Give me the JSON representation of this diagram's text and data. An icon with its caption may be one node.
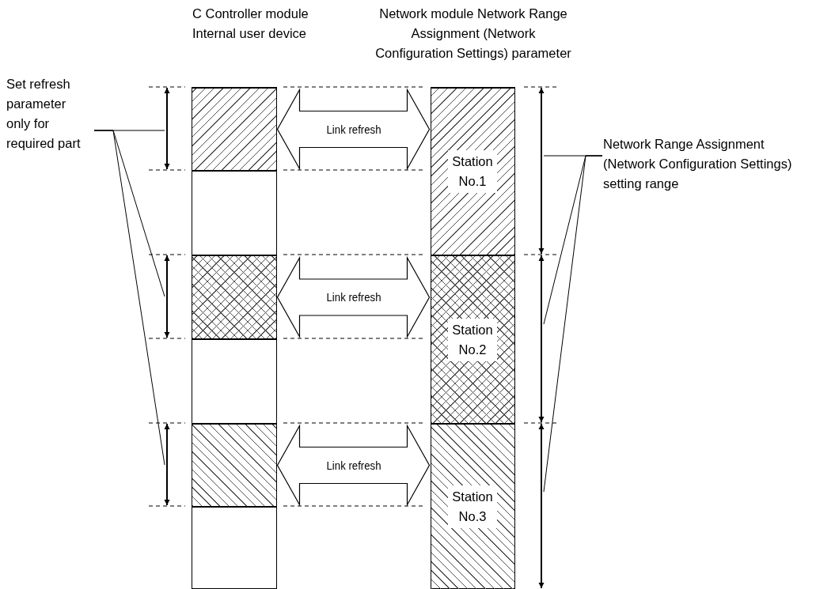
{
  "diagram": {
    "nodes": [
      {
        "text": [
          "C Controller module Internal user device"
        ]
      },
      {
        "text": [],
        "shape": "box",
        "in": 0
      },
      {
        "text": [],
        "shape": "box",
        "in": 0
      },
      {
        "text": [],
        "shape": "box",
        "in": 0
      },
      {
        "text": [],
        "shape": "box",
        "in": 0
      },
      {
        "text": [],
        "shape": "box",
        "in": 0
      },
      {
        "text": [],
        "shape": "box",
        "in": 0
      },
      {
        "text": [
          "Network module Network Range Assignment (Network Configuration Settings) parameter"
        ]
      },
      {
        "text": [
          "Station No.1"
        ],
        "in": 7
      },
      {
        "text": [
          "Station No.2"
        ],
        "in": 7
      },
      {
        "text": [
          "Station No.3"
        ],
        "in": 7
      },
      {
        "text": [
          "Set refresh parameter only for required part"
        ]
      },
      {
        "text": [
          "Network Range Assignment (Network Configuration Settings) setting range"
        ]
      }
    ],
    "edges": [
      {
        "from": 1,
        "to": 8,
        "arrow": "both",
        "label": "Link refresh"
      },
      {
        "from": 3,
        "to": 9,
        "arrow": "both",
        "label": "Link refresh"
      },
      {
        "from": 5,
        "to": 10,
        "arrow": "both",
        "label": "Link refresh"
      },
      {
        "from": 11,
        "to": null,
        "arrow": "none"
      },
      {
        "from": 11,
        "to": null,
        "arrow": "none"
      },
      {
        "from": 11,
        "to": null,
        "arrow": "none"
      },
      {
        "from": 12,
        "to": null,
        "arrow": "none"
      },
      {
        "from": 12,
        "to": null,
        "arrow": "none"
      },
      {
        "from": 12,
        "to": null,
        "arrow": "none"
      }
    ]
  }
}
